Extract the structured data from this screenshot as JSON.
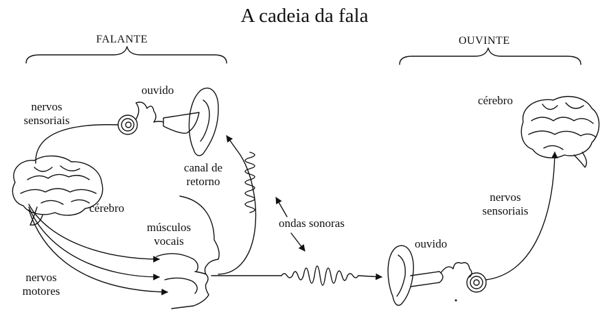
{
  "title": "A cadeia da fala",
  "groups": {
    "speaker": "FALANTE",
    "listener": "OUVINTE"
  },
  "speaker_labels": {
    "sensory_nerves": [
      "nervos",
      "sensoriais"
    ],
    "ear": "ouvido",
    "brain": "cérebro",
    "feedback_channel": [
      "canal de",
      "retorno"
    ],
    "vocal_muscles": [
      "músculos",
      "vocais"
    ],
    "motor_nerves": [
      "nervos",
      "motores"
    ]
  },
  "sound_waves": "ondas sonoras",
  "listener_labels": {
    "brain": "cérebro",
    "sensory_nerves": [
      "nervos",
      "sensoriais"
    ],
    "ear": "ouvido"
  },
  "colors": {
    "ink": "#111111",
    "background": "#ffffff"
  }
}
